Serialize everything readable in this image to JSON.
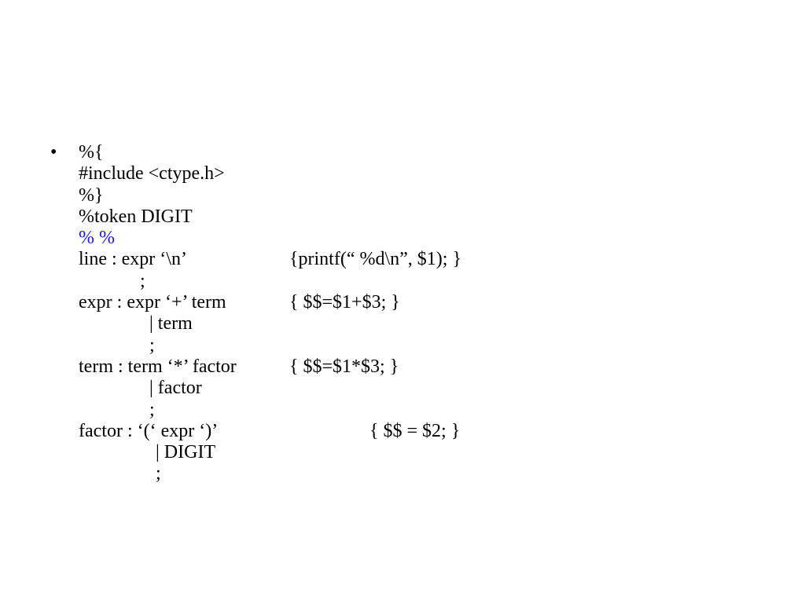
{
  "slide": {
    "bullet": "•",
    "lines": [
      {
        "text": "%{"
      },
      {
        "text": "#include <ctype.h>"
      },
      {
        "text": "%}"
      },
      {
        "text": "%token DIGIT"
      },
      {
        "text": "% %"
      },
      {
        "text": "line : expr ‘\\n’",
        "action": "{printf(“ %d\\n”, $1); }"
      },
      {
        "text": ";"
      },
      {
        "text": "expr : expr ‘+’ term",
        "action": "{ $$=$1+$3; }"
      },
      {
        "text": "| term"
      },
      {
        "text": ";"
      },
      {
        "text": "term : term ‘*’ factor",
        "action": "{ $$=$1*$3; }"
      },
      {
        "text": "| factor"
      },
      {
        "text": ";"
      },
      {
        "text": "factor : ‘(‘ expr ‘)’",
        "action": "{ $$ = $2; }"
      },
      {
        "text": "| DIGIT"
      },
      {
        "text": ";"
      }
    ],
    "colors": {
      "text": "#000000",
      "delimiter": "#1a1ad6",
      "background": "#ffffff"
    }
  }
}
